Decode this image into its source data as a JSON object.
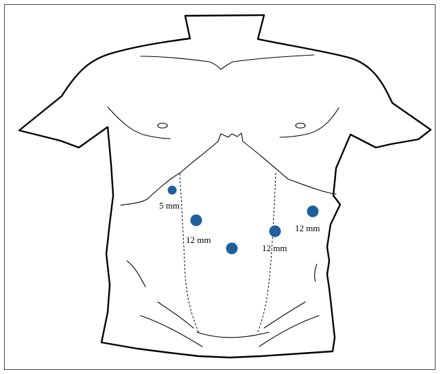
{
  "colors": {
    "port": "#1f5f9e",
    "outline": "#000000",
    "frame": "#444444"
  },
  "ports": [
    {
      "id": "left-upper",
      "label": "5 mm"
    },
    {
      "id": "left-middle",
      "label": "12 mm"
    },
    {
      "id": "umbilical",
      "label": ""
    },
    {
      "id": "right-middle",
      "label": "12 mm"
    },
    {
      "id": "right-lateral",
      "label": "12 mm"
    }
  ]
}
